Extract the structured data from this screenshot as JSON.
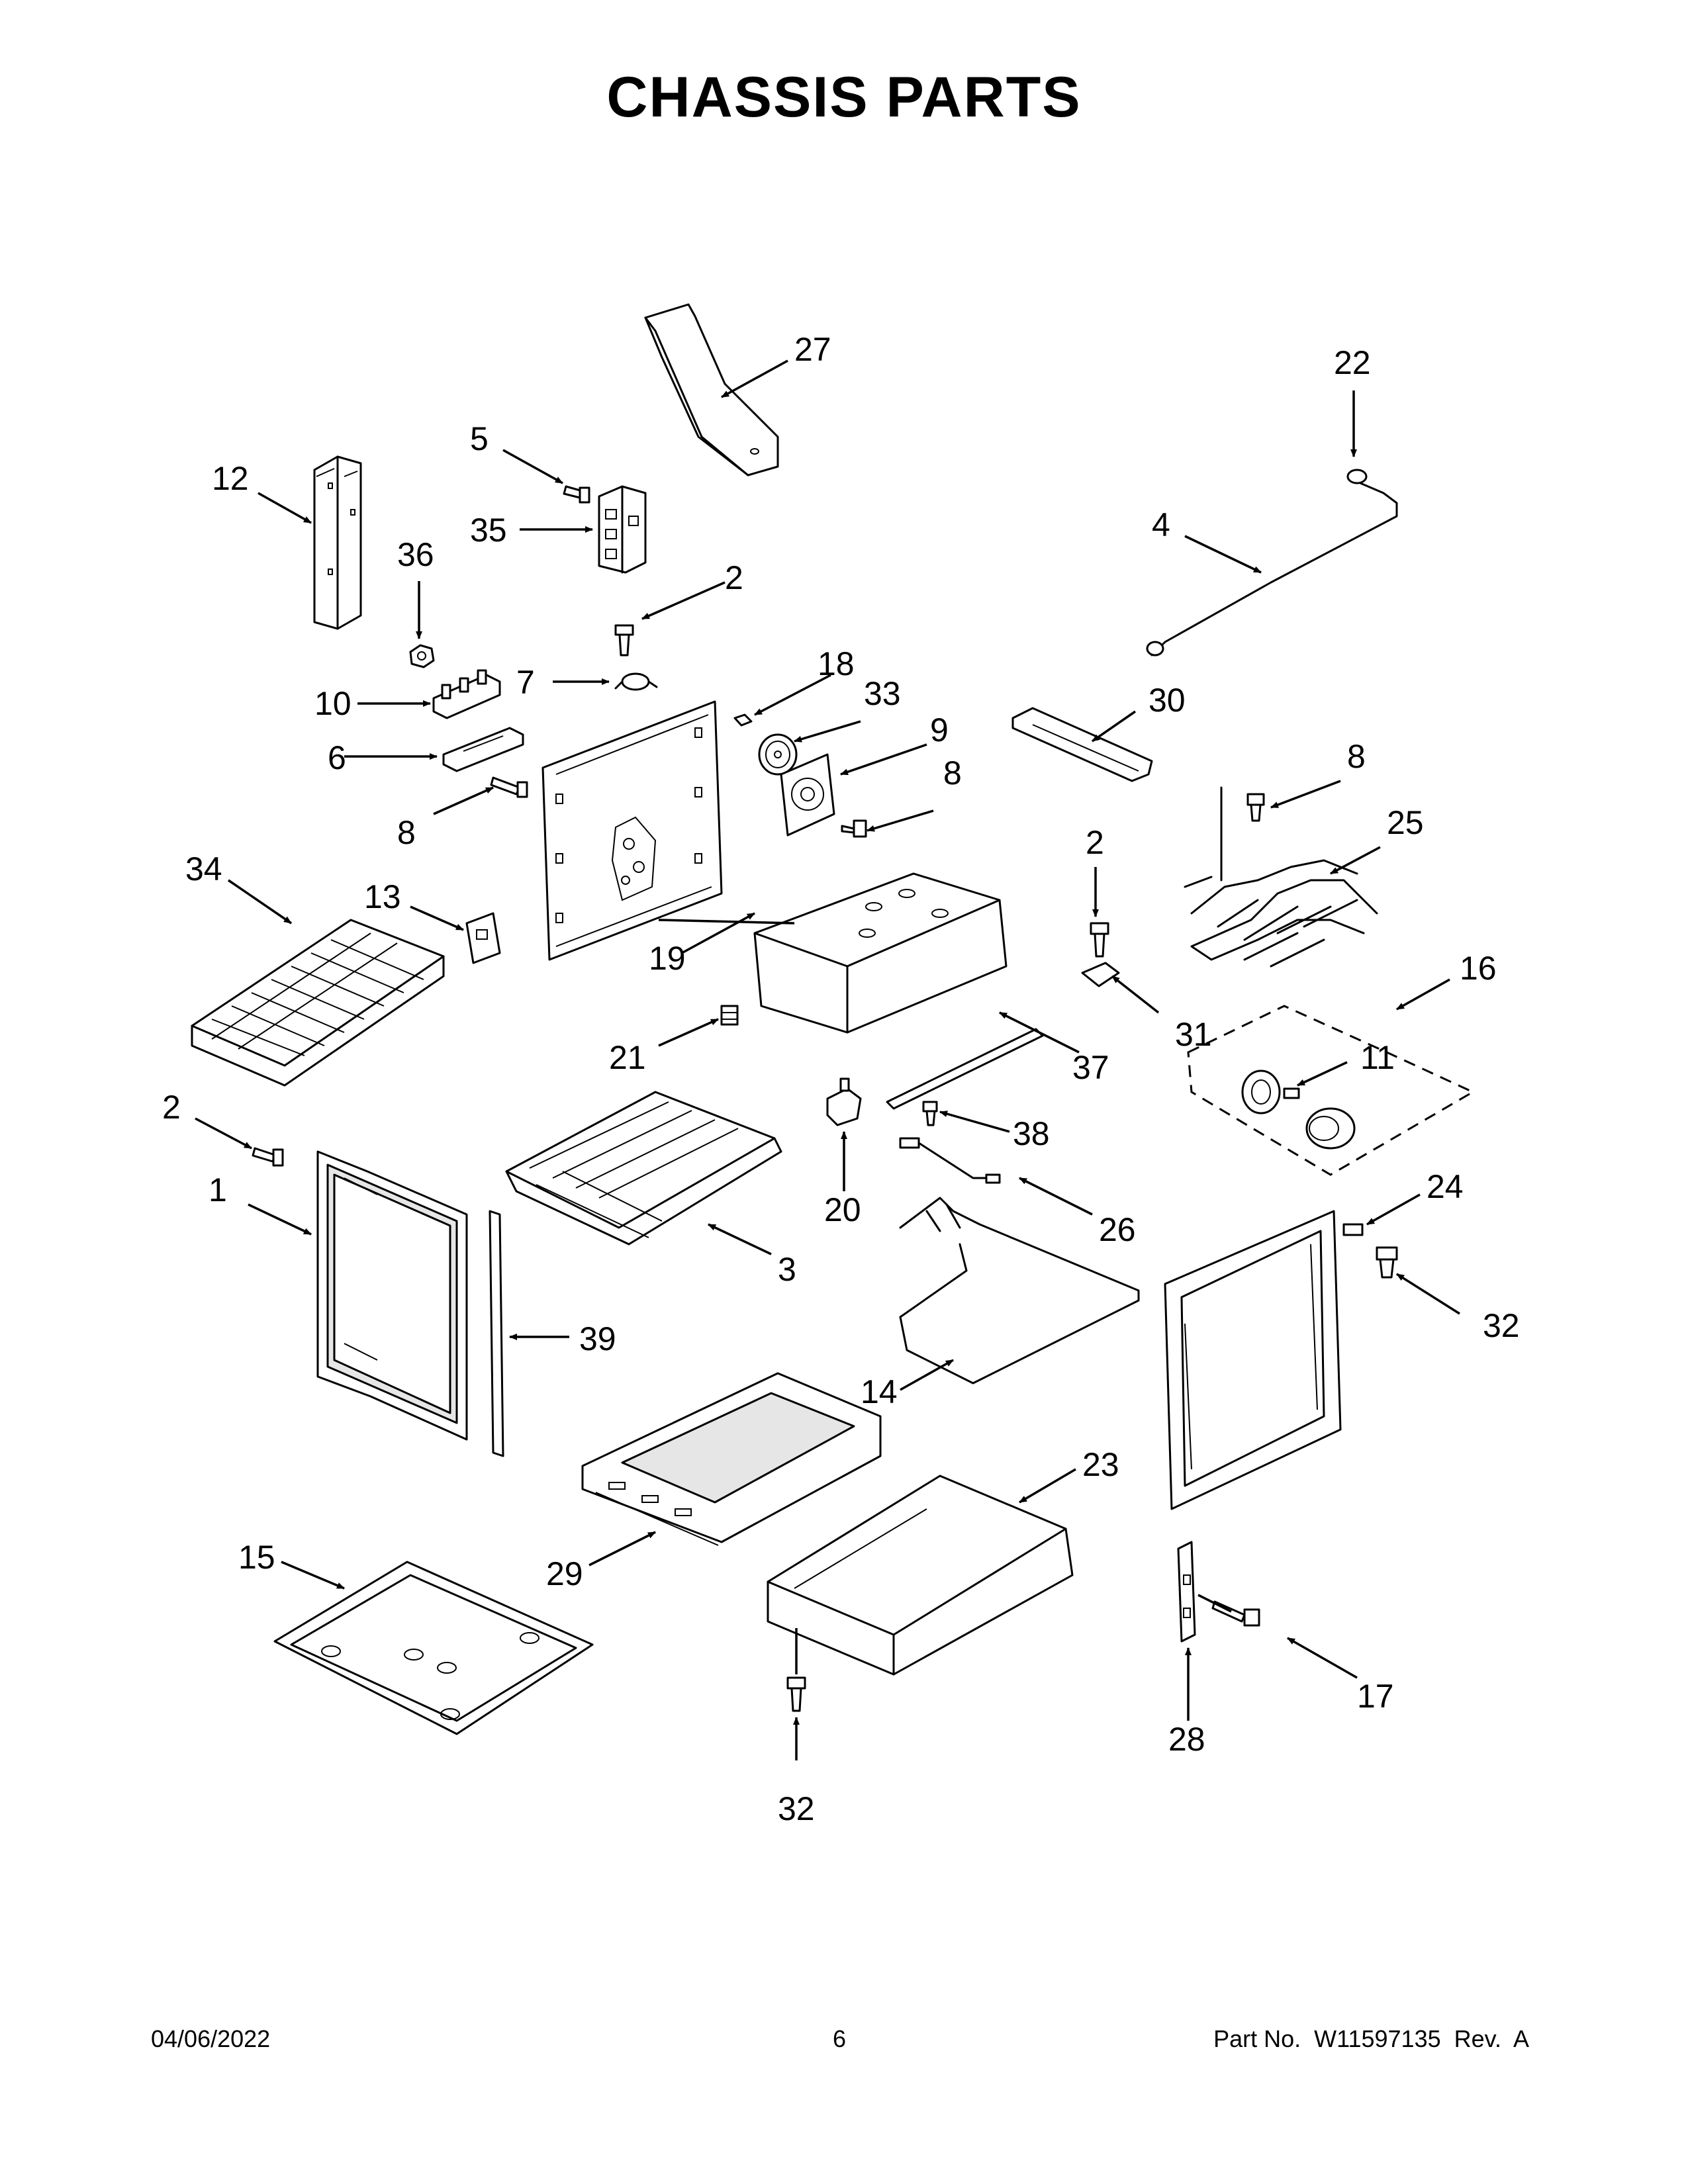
{
  "title": "CHASSIS PARTS",
  "footer": {
    "date": "04/06/2022",
    "page": "6",
    "part": "Part No.  W11597135  Rev.  A"
  },
  "callouts": {
    "c1": "1",
    "c2a": "2",
    "c2b": "2",
    "c2c": "2",
    "c3": "3",
    "c4": "4",
    "c5": "5",
    "c6": "6",
    "c7": "7",
    "c8a": "8",
    "c8b": "8",
    "c8c": "8",
    "c9": "9",
    "c10": "10",
    "c11": "11",
    "c12": "12",
    "c13": "13",
    "c14": "14",
    "c15": "15",
    "c16": "16",
    "c17": "17",
    "c18": "18",
    "c19": "19",
    "c20": "20",
    "c21": "21",
    "c22": "22",
    "c23": "23",
    "c24": "24",
    "c25": "25",
    "c26": "26",
    "c27": "27",
    "c28": "28",
    "c29": "29",
    "c30": "30",
    "c31": "31",
    "c32a": "32",
    "c32b": "32",
    "c33": "33",
    "c34": "34",
    "c35": "35",
    "c36": "36",
    "c37": "37",
    "c38": "38",
    "c39": "39"
  }
}
